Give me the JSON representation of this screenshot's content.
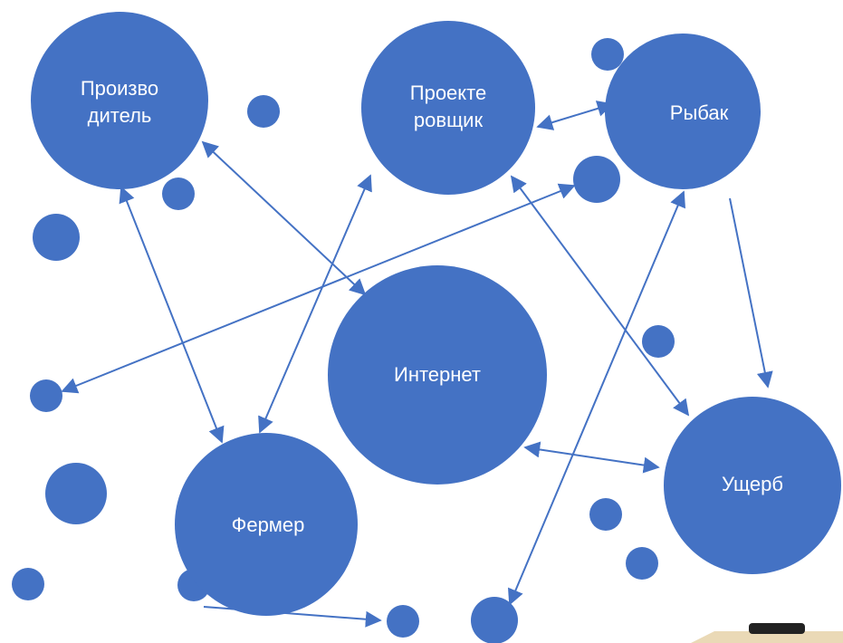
{
  "colors": {
    "node": "#4472c4",
    "arrow": "#4472c4",
    "label": "#ffffff"
  },
  "nodes": {
    "producer": "Произво\nдитель",
    "designer": "Проекте\nровщик",
    "fisherman": "Рыбак",
    "internet": "Интернет",
    "farmer": "Фермер",
    "damage": "Ущерб"
  },
  "edges": [
    {
      "from": "producer",
      "to": "internet",
      "direction": "both"
    },
    {
      "from": "producer",
      "to": "farmer",
      "direction": "both"
    },
    {
      "from": "designer",
      "to": "fisherman",
      "direction": "both"
    },
    {
      "from": "designer",
      "to": "farmer",
      "direction": "both"
    },
    {
      "from": "designer",
      "to": "damage",
      "direction": "both"
    },
    {
      "from": "fisherman",
      "to": "damage",
      "direction": "forward"
    },
    {
      "from": "internet",
      "to": "damage",
      "direction": "both"
    },
    {
      "from": "small-dot",
      "to": "small-dot",
      "direction": "both"
    },
    {
      "from": "farmer",
      "to": "small-dot",
      "direction": "forward"
    },
    {
      "from": "fisherman",
      "to": "small-dot",
      "direction": "both"
    }
  ]
}
